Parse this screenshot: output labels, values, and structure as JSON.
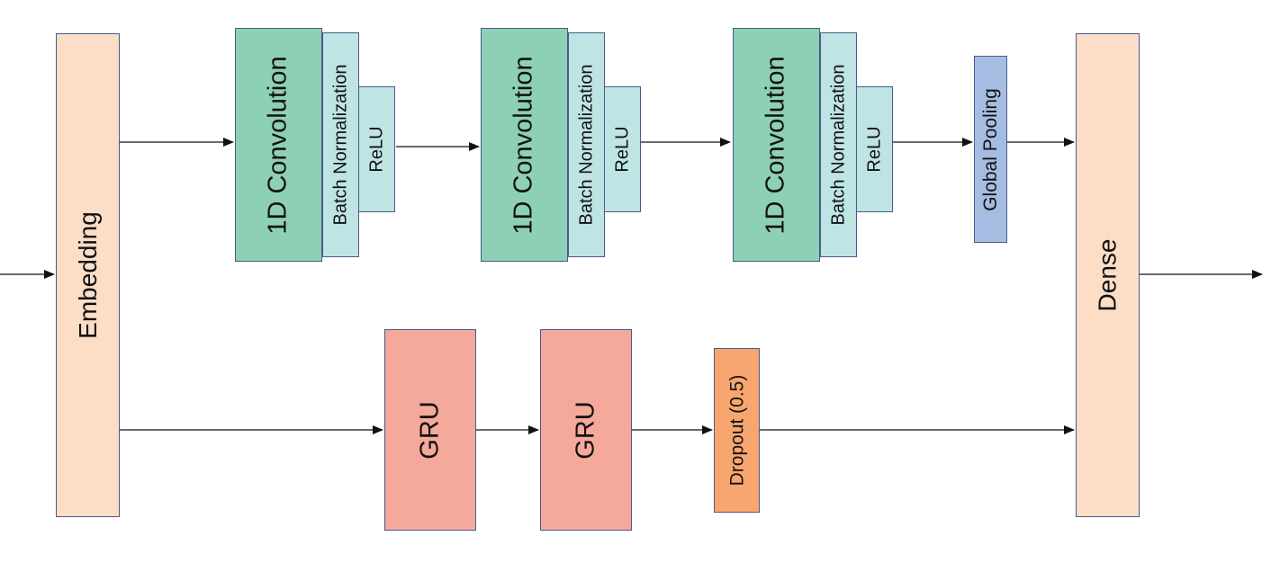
{
  "colors": {
    "embedding_dense": "#fcdec7",
    "conv": "#8dd0b5",
    "batchnorm_relu": "#bfe4e4",
    "global_pooling": "#a5bde3",
    "gru": "#f5a99a",
    "dropout": "#f7a66f",
    "border": "#4a5a8a",
    "arrow": "#111111"
  },
  "blocks": {
    "embedding": "Embedding",
    "conv_1": {
      "conv": "1D Convolution",
      "bn": "Batch Normalization",
      "relu": "ReLU"
    },
    "conv_2": {
      "conv": "1D Convolution",
      "bn": "Batch Normalization",
      "relu": "ReLU"
    },
    "conv_3": {
      "conv": "1D Convolution",
      "bn": "Batch Normalization",
      "relu": "ReLU"
    },
    "global_pooling": "Global Pooling",
    "gru_1": "GRU",
    "gru_2": "GRU",
    "dropout": "Dropout (0.5)",
    "dense": "Dense"
  }
}
